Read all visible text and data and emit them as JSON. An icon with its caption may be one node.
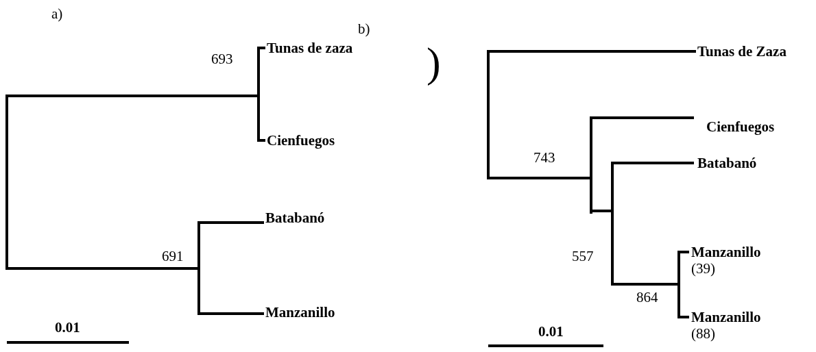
{
  "diagram": {
    "nodes": [
      {
        "text": [],
        "shape": "bar"
      },
      {
        "text": [
          "693"
        ]
      },
      {
        "text": [
          "Tunas de zaza"
        ]
      },
      {
        "text": [
          "Cienfuegos"
        ]
      },
      {
        "text": [
          "691"
        ]
      },
      {
        "text": [
          "Batabanó"
        ]
      },
      {
        "text": [
          "Manzanillo"
        ]
      },
      {
        "text": [],
        "shape": "bar"
      },
      {
        "text": [
          "Tunas de Zaza"
        ]
      },
      {
        "text": [
          "743"
        ]
      },
      {
        "text": [
          "Cienfuegos"
        ]
      },
      {
        "text": [
          "557"
        ]
      },
      {
        "text": [
          "Batabanó"
        ]
      },
      {
        "text": [
          "864"
        ]
      },
      {
        "text": [
          "Manzanillo",
          "(39)"
        ]
      },
      {
        "text": [
          "Manzanillo",
          "(88)"
        ]
      }
    ],
    "edges": [
      {
        "from": 0,
        "to": 1,
        "arrow": "none"
      },
      {
        "from": 1,
        "to": 2,
        "arrow": "none"
      },
      {
        "from": 1,
        "to": 3,
        "arrow": "none"
      },
      {
        "from": 0,
        "to": 4,
        "arrow": "none"
      },
      {
        "from": 4,
        "to": 5,
        "arrow": "none"
      },
      {
        "from": 4,
        "to": 6,
        "arrow": "none"
      },
      {
        "from": 7,
        "to": 8,
        "arrow": "none"
      },
      {
        "from": 7,
        "to": 9,
        "arrow": "none"
      },
      {
        "from": 9,
        "to": 10,
        "arrow": "none"
      },
      {
        "from": 9,
        "to": 11,
        "arrow": "none"
      },
      {
        "from": 11,
        "to": 12,
        "arrow": "none"
      },
      {
        "from": 11,
        "to": 13,
        "arrow": "none"
      },
      {
        "from": 13,
        "to": 14,
        "arrow": "none"
      },
      {
        "from": 13,
        "to": 15,
        "arrow": "none"
      }
    ],
    "labels": [
      "a)",
      "b)",
      ")",
      "0.01",
      "0.01"
    ]
  }
}
